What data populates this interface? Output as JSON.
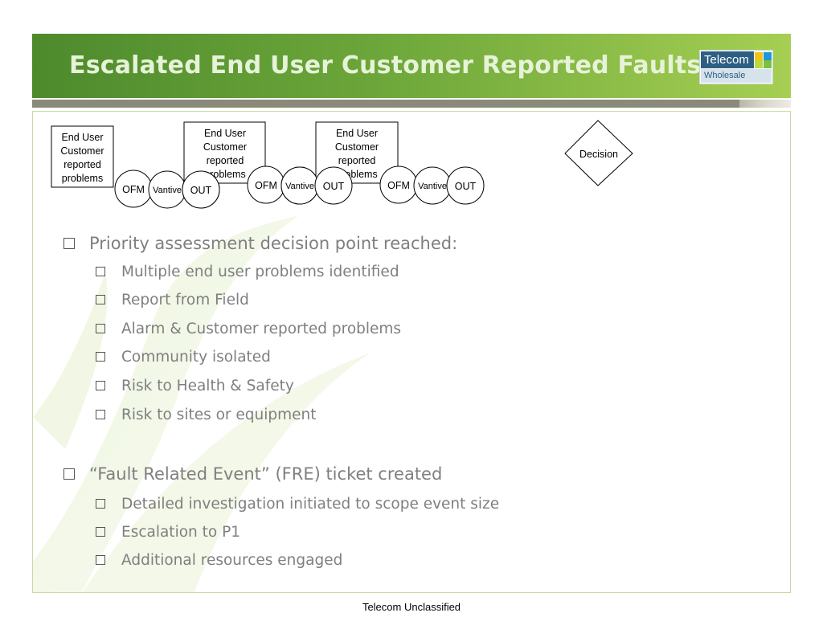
{
  "header": {
    "title": "Escalated End User Customer Reported Faults",
    "logo": {
      "line1": "Telecom",
      "line2": "Wholesale"
    }
  },
  "diagram": {
    "groups": [
      {
        "box": [
          "End User",
          "Customer",
          "reported",
          "problems"
        ],
        "nodes": [
          "OFM",
          "Vantive",
          "OUT"
        ]
      },
      {
        "box": [
          "End User",
          "Customer",
          "reported",
          "problems"
        ],
        "nodes": [
          "OFM",
          "Vantive",
          "OUT"
        ]
      },
      {
        "box": [
          "End User",
          "Customer",
          "reported",
          "problems"
        ],
        "nodes": [
          "OFM",
          "Vantive",
          "OUT"
        ]
      }
    ],
    "decision": "Decision"
  },
  "bullets": [
    {
      "text": "Priority assessment decision point reached:",
      "sub": [
        "Multiple end user problems identified",
        "Report from Field",
        "Alarm & Customer reported problems",
        "Community isolated",
        "Risk to Health & Safety",
        "Risk to sites or equipment"
      ]
    },
    {
      "text": "“Fault Related Event” (FRE) ticket created",
      "sub": [
        "Detailed investigation initiated to scope event size",
        "Escalation to P1",
        "Additional resources engaged"
      ]
    }
  ],
  "footer": "Telecom Unclassified",
  "colors": {
    "header_dark": "#4d8a2c",
    "header_light": "#a6cf52",
    "title_text": "#e6f3d8",
    "bullet_text": "#7f7f7f",
    "divider": "#8a8a7a"
  }
}
